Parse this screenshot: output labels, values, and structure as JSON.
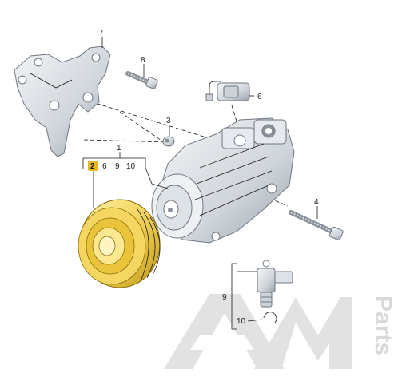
{
  "callouts": {
    "c1": "1",
    "c2": "2",
    "c3": "3",
    "c4": "4",
    "c6": "6",
    "c6b": "6",
    "c7": "7",
    "c8": "8",
    "c9": "9",
    "c9b": "9",
    "c10": "10",
    "c10b": "10"
  },
  "watermark": {
    "brand": "AM",
    "suffix": "Parts"
  },
  "colors": {
    "pulley": "#f2d25a",
    "pulley_dark": "#c9a21d",
    "highlight_badge": "#e8b820",
    "metal": "#dfe3e8",
    "metal_dark": "#8a9199"
  }
}
